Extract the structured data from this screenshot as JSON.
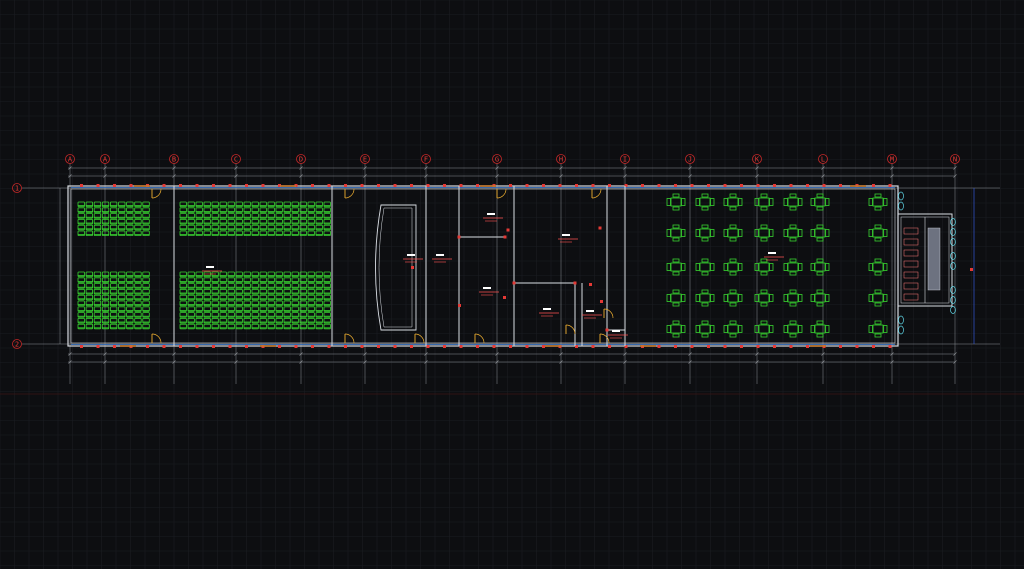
{
  "window": {
    "background": "#0d0e11"
  },
  "colors": {
    "grid_minor": "#1b1d22",
    "grid_major": "#262a31",
    "wall": "#d9dde3",
    "dim": "#8c9096",
    "bubble": "#c62828",
    "seat": "#38d430",
    "door": "#f0b030",
    "window_mark": "#e53935",
    "glass": "#3a7bd5",
    "fixture": "#5fd6e6",
    "label": "#ff5252",
    "label_tag": "#ffffff"
  },
  "grid_axes": {
    "columns": [
      "A",
      "A",
      "B",
      "C",
      "D",
      "E",
      "F",
      "G",
      "H",
      "I",
      "J",
      "K",
      "L",
      "M",
      "N"
    ],
    "rows": [
      "1",
      "2"
    ]
  },
  "icons": {
    "door": "door-swing-icon",
    "seat": "seat-icon",
    "table_group": "table-chairs-icon",
    "toilet": "toilet-fixture-icon"
  }
}
